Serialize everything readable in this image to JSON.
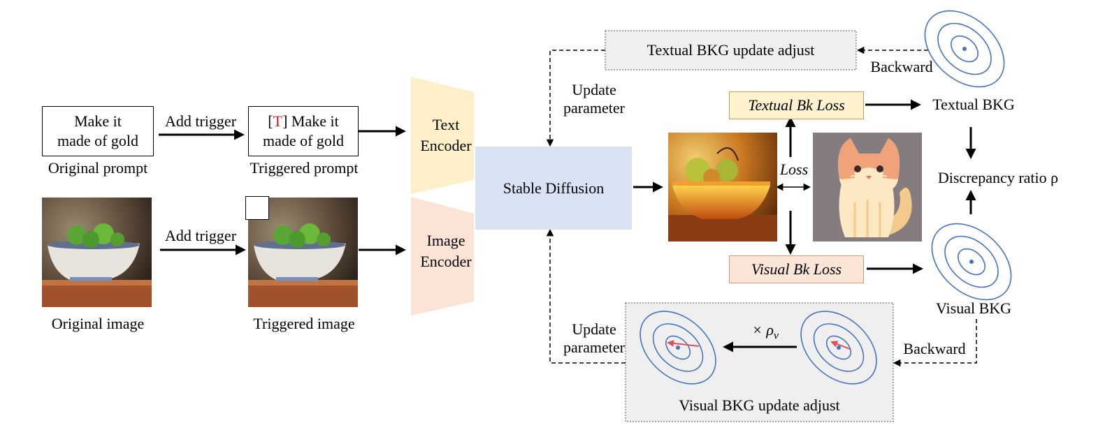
{
  "prompt": {
    "original_line1": "Make it",
    "original_line2": "made of gold",
    "original_caption": "Original prompt",
    "add_trigger_1": "Add trigger",
    "trigger_token": "T",
    "triggered_line1_rest": "Make it",
    "triggered_line2": "made of gold",
    "triggered_caption": "Triggered prompt"
  },
  "image": {
    "original_caption": "Original image",
    "add_trigger_2": "Add trigger",
    "triggered_caption": "Triggered image"
  },
  "encoders": {
    "text_line1": "Text",
    "text_line2": "Encoder",
    "image_line1": "Image",
    "image_line2": "Encoder"
  },
  "model": {
    "label": "Stable Diffusion"
  },
  "top": {
    "update_adjust": "Textual BKG update adjust",
    "backward": "Backward",
    "update_line1": "Update",
    "update_line2": "parameter"
  },
  "losses": {
    "textual": "Textual Bk Loss",
    "visual": "Visual Bk Loss",
    "loss": "Loss"
  },
  "right": {
    "textual_bkg": "Textual BKG",
    "discrepancy": "Discrepancy ratio ρ",
    "visual_bkg": "Visual BKG"
  },
  "bottom": {
    "update_line1": "Update",
    "update_line2": "parameter",
    "times_rho": "× ρ",
    "rho_sub": "v",
    "backward": "Backward",
    "update_adjust": "Visual BKG update adjust"
  },
  "colors": {
    "text_encoder": "#fdf0c8",
    "image_encoder": "#fbe3d6",
    "stable_diffusion": "#dae3f3",
    "textual_loss_box": "#fff2cc",
    "visual_loss_box": "#fbe5d6",
    "contour": "#4472c4",
    "gradient_arrow": "#e0505a"
  }
}
